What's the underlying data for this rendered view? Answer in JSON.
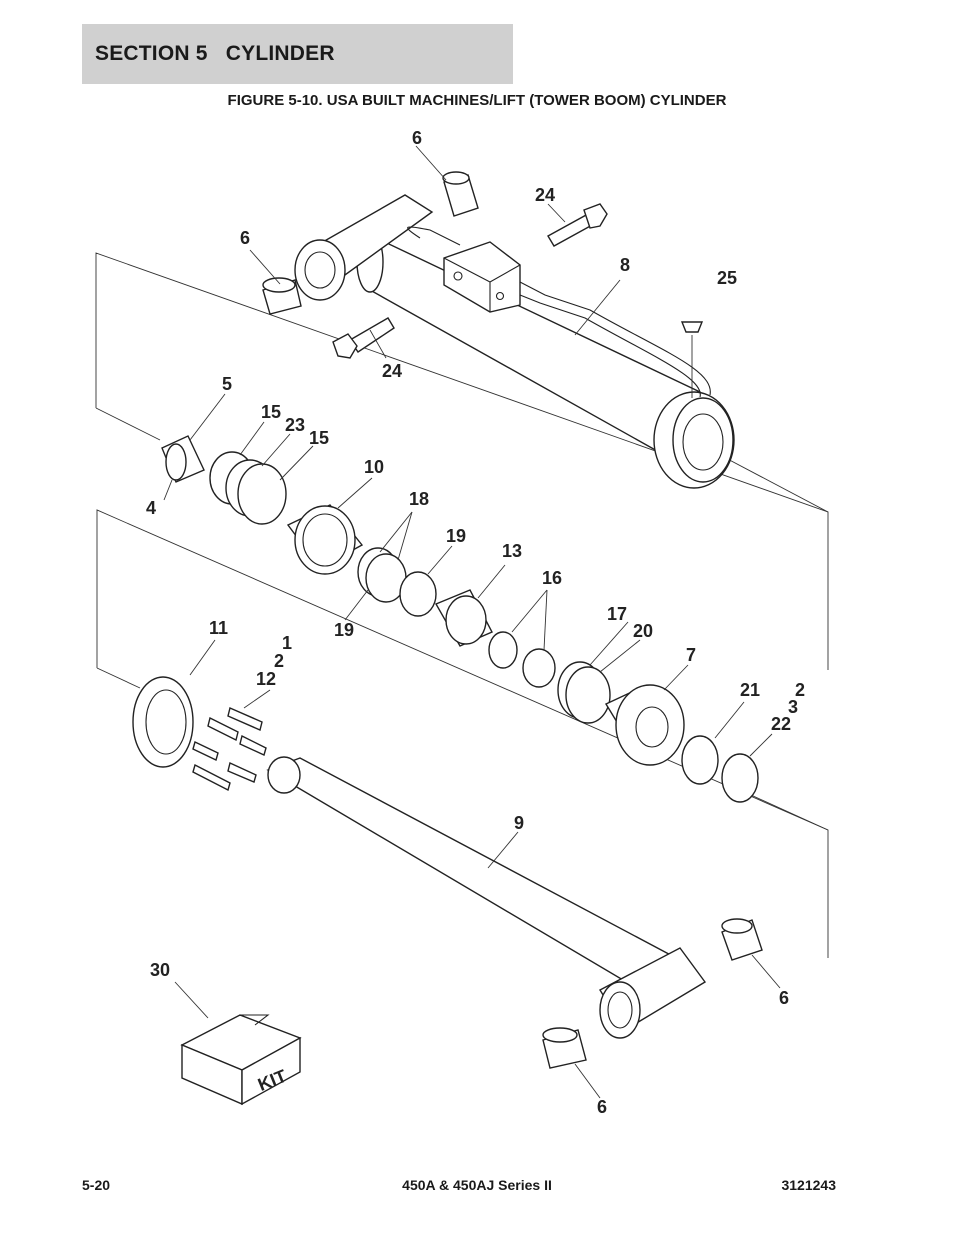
{
  "header": {
    "section_title": "SECTION 5   CYLINDER",
    "figure_title": "FIGURE 5-10. USA BUILT MACHINES/LIFT (TOWER BOOM) CYLINDER"
  },
  "diagram": {
    "kit_label": "KIT",
    "callouts": [
      "6",
      "24",
      "6",
      "8",
      "25",
      "24",
      "5",
      "15",
      "23",
      "15",
      "10",
      "4",
      "18",
      "19",
      "13",
      "16",
      "19",
      "11",
      "1",
      "2",
      "12",
      "17",
      "20",
      "7",
      "21",
      "2",
      "3",
      "22",
      "9",
      "30",
      "6",
      "6"
    ]
  },
  "footer": {
    "page_number": "5-20",
    "model": "450A & 450AJ Series II",
    "doc_number": "3121243"
  }
}
